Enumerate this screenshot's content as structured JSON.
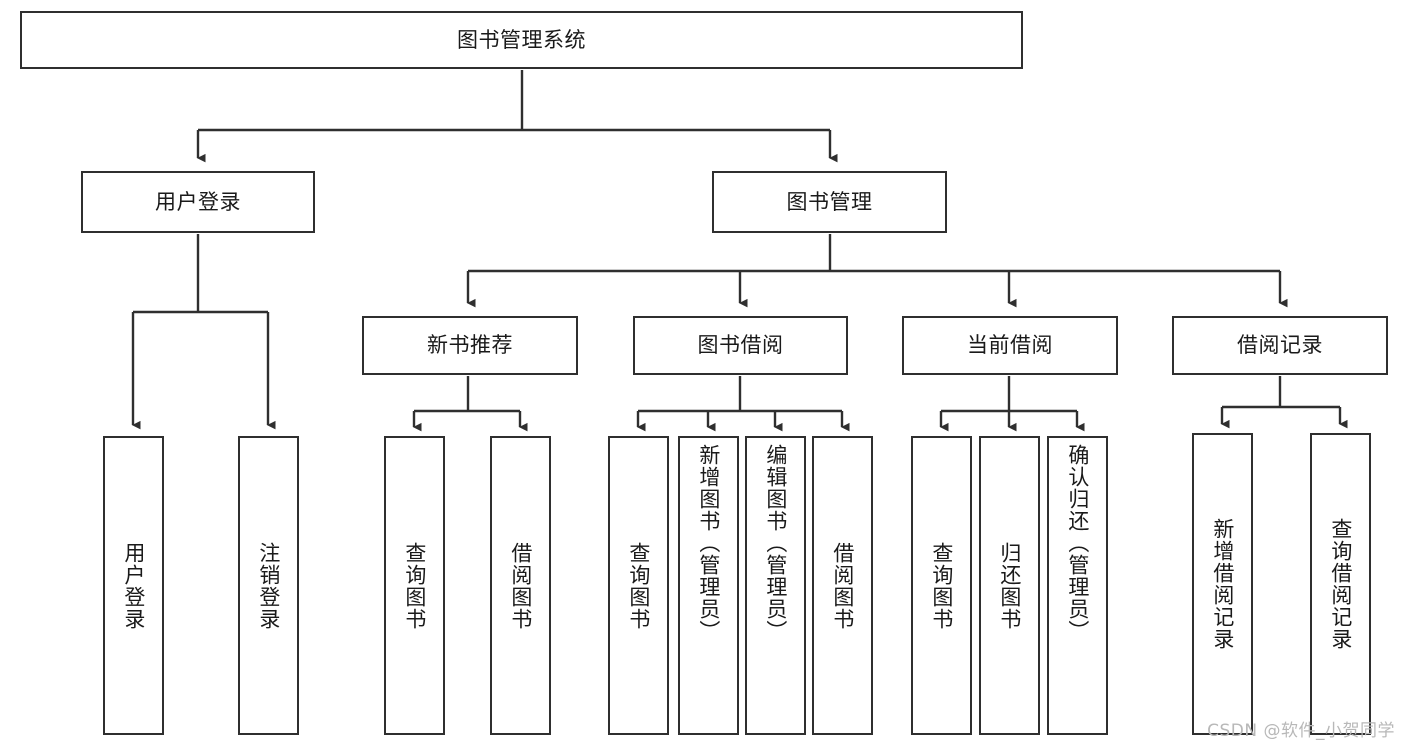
{
  "diagram": {
    "type": "tree",
    "title": "图书管理系统",
    "style": {
      "border_color": "#2f2f2f",
      "fill_color": "#ffffff",
      "background": "#ffffff",
      "text_color": "#1a1a1a",
      "connector_color": "#2f2f2f"
    },
    "watermark": "CSDN @软件_小贺同学",
    "levels": {
      "root": "图书管理系统",
      "level2": [
        "用户登录",
        "图书管理"
      ],
      "level3": [
        "新书推荐",
        "图书借阅",
        "当前借阅",
        "借阅记录"
      ]
    },
    "nodes": {
      "root": {
        "label": "图书管理系统"
      },
      "user_login": {
        "label": "用户登录"
      },
      "book_manage": {
        "label": "图书管理"
      },
      "new_book_rec": {
        "label": "新书推荐"
      },
      "book_borrow": {
        "label": "图书借阅"
      },
      "current_borrow": {
        "label": "当前借阅"
      },
      "borrow_record": {
        "label": "借阅记录"
      },
      "leaf_user_login": {
        "label": "用户登录"
      },
      "leaf_logout": {
        "label": "注销登录"
      },
      "leaf_query_book_1": {
        "label": "查询图书"
      },
      "leaf_borrow_book_1": {
        "label": "借阅图书"
      },
      "leaf_query_book_2": {
        "label": "查询图书"
      },
      "leaf_add_book": {
        "label": "新增图书（管理员）"
      },
      "leaf_edit_book": {
        "label": "编辑图书（管理员）"
      },
      "leaf_borrow_book_2": {
        "label": "借阅图书"
      },
      "leaf_query_book_3": {
        "label": "查询图书"
      },
      "leaf_return_book": {
        "label": "归还图书"
      },
      "leaf_confirm_return": {
        "label": "确认归还（管理员）"
      },
      "leaf_add_record": {
        "label": "新增借阅记录"
      },
      "leaf_query_record": {
        "label": "查询借阅记录"
      }
    },
    "edges": [
      {
        "from": "root",
        "to": "user_login"
      },
      {
        "from": "root",
        "to": "book_manage"
      },
      {
        "from": "user_login",
        "to": "leaf_user_login"
      },
      {
        "from": "user_login",
        "to": "leaf_logout"
      },
      {
        "from": "book_manage",
        "to": "new_book_rec"
      },
      {
        "from": "book_manage",
        "to": "book_borrow"
      },
      {
        "from": "book_manage",
        "to": "current_borrow"
      },
      {
        "from": "book_manage",
        "to": "borrow_record"
      },
      {
        "from": "new_book_rec",
        "to": "leaf_query_book_1"
      },
      {
        "from": "new_book_rec",
        "to": "leaf_borrow_book_1"
      },
      {
        "from": "book_borrow",
        "to": "leaf_query_book_2"
      },
      {
        "from": "book_borrow",
        "to": "leaf_add_book"
      },
      {
        "from": "book_borrow",
        "to": "leaf_edit_book"
      },
      {
        "from": "book_borrow",
        "to": "leaf_borrow_book_2"
      },
      {
        "from": "current_borrow",
        "to": "leaf_query_book_3"
      },
      {
        "from": "current_borrow",
        "to": "leaf_return_book"
      },
      {
        "from": "current_borrow",
        "to": "leaf_confirm_return"
      },
      {
        "from": "borrow_record",
        "to": "leaf_add_record"
      },
      {
        "from": "borrow_record",
        "to": "leaf_query_record"
      }
    ]
  }
}
